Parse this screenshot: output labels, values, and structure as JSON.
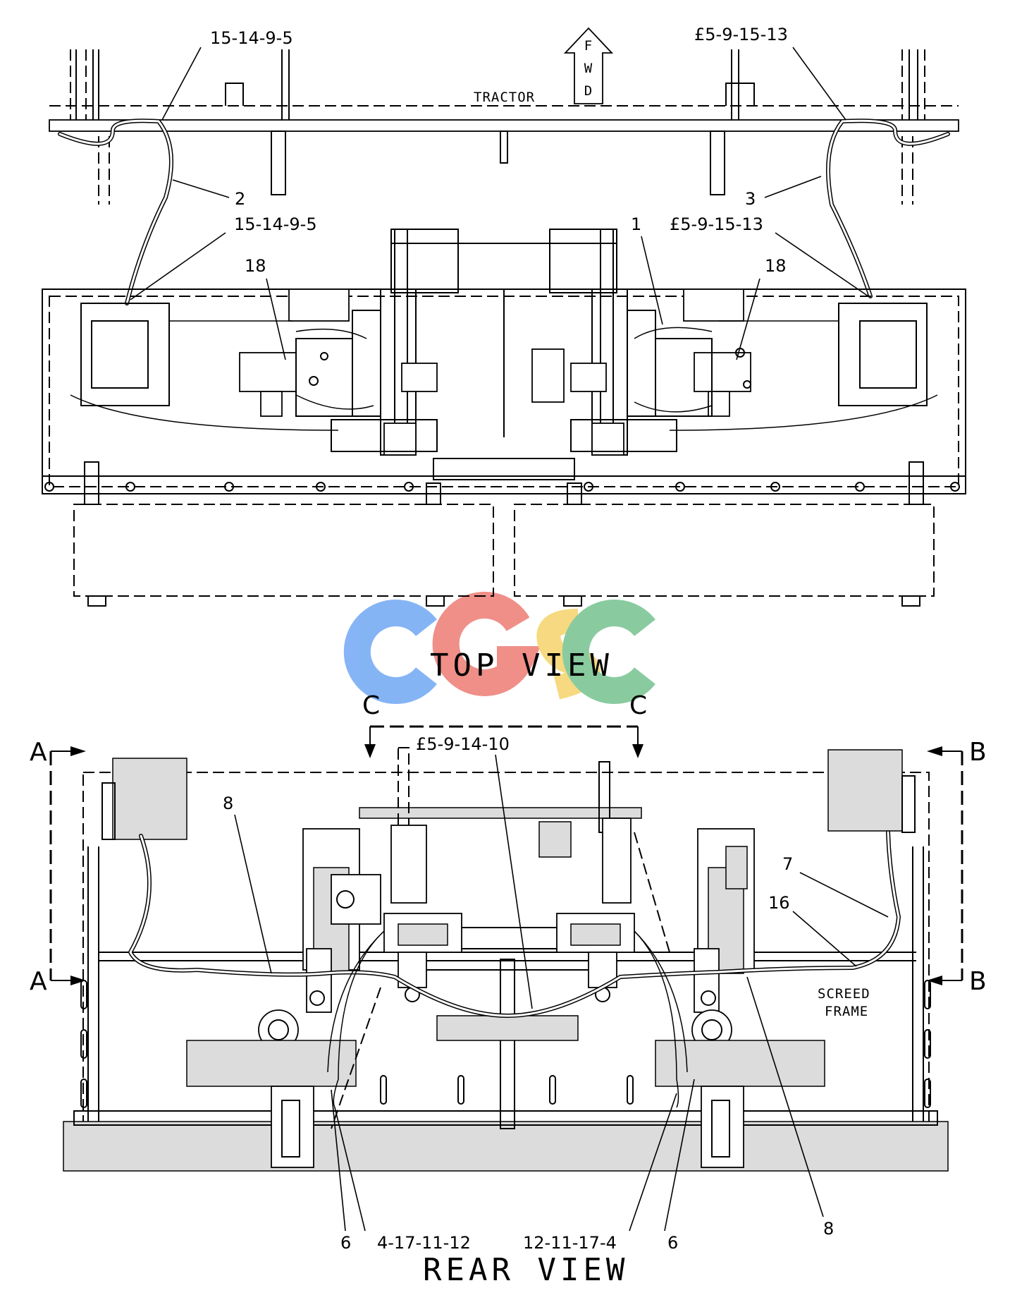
{
  "top_view": {
    "title": "TOP VIEW",
    "tractor_label": "TRACTOR",
    "fwd_label": [
      "F",
      "W",
      "D"
    ],
    "callouts": {
      "ref_left_top": "15-14-9-5",
      "ref_right_top": "£5-9-15-13",
      "ref_left_mid": "15-14-9-5",
      "ref_right_mid": "£5-9-15-13",
      "item_2": "2",
      "item_3": "3",
      "item_1": "1",
      "item_18_left": "18",
      "item_18_right": "18"
    }
  },
  "rear_view": {
    "title": "REAR VIEW",
    "section_c_left": "C",
    "section_c_right": "C",
    "section_a_top": "A",
    "section_a_bottom": "A",
    "section_b_top": "B",
    "section_b_bottom": "B",
    "screed_frame": [
      "SCREED",
      "FRAME"
    ],
    "callouts": {
      "ref_center": "£5-9-14-10",
      "item_8_left": "8",
      "item_7": "7",
      "item_16": "16",
      "item_6_left": "6",
      "ref_bottom_left": "4-17-11-12",
      "ref_bottom_right": "12-11-17-4",
      "item_6_right": "6",
      "item_8_right": "8"
    }
  },
  "watermark": {
    "letters": [
      "C",
      "G",
      "S",
      "C"
    ],
    "colors": [
      "#7fb0f5",
      "#ef8a82",
      "#f6d77a",
      "#83c99a"
    ]
  }
}
